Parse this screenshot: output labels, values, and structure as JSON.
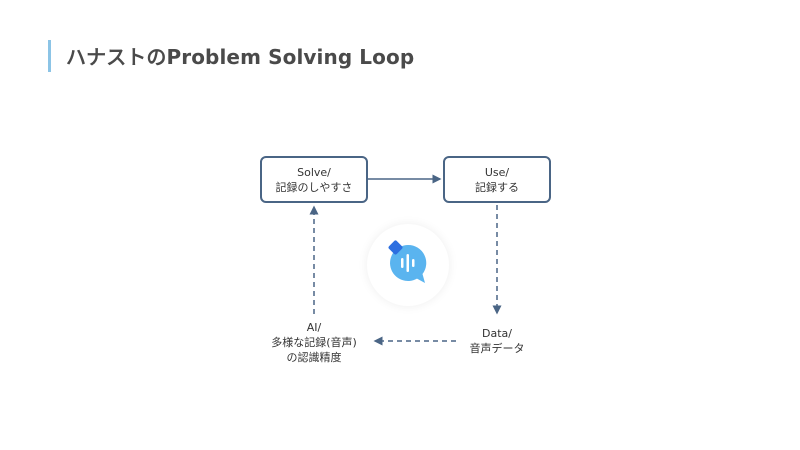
{
  "title": "ハナストのProblem Solving Loop",
  "nodes": {
    "solve": {
      "line1": "Solve/",
      "line2": "記録のしやすさ"
    },
    "use": {
      "line1": "Use/",
      "line2": "記録する"
    },
    "data": {
      "line1": "Data/",
      "line2": "音声データ"
    },
    "ai": {
      "line1": "AI/",
      "line2": "多様な記録(音声)",
      "line3": "の認識精度"
    }
  },
  "colors": {
    "accent_bar": "#8cc4e6",
    "box_border": "#4a6585",
    "arrow": "#4a6585",
    "logo_bubble": "#5ab4ef",
    "logo_diamond": "#2d6fe0"
  },
  "logo": {
    "icon": "speech-bubble-voice-icon"
  }
}
